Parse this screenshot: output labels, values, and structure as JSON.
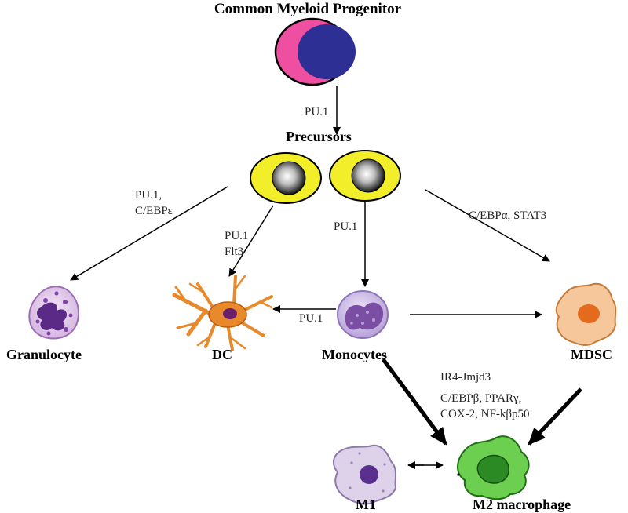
{
  "nodes": {
    "cmp": "Common Myeloid Progenitor",
    "precursors": "Precursors",
    "granulocyte": "Granulocyte",
    "dc": "DC",
    "monocytes": "Monocytes",
    "mdsc": "MDSC",
    "m1": "M1",
    "m2": "M2 macrophage"
  },
  "edges": {
    "cmp_to_precursors": "PU.1",
    "to_granulocyte_1": "PU.1,",
    "to_granulocyte_2": "C/EBPε",
    "to_dc_1": "PU.1",
    "to_dc_2": "Flt3",
    "to_monocytes": "PU.1",
    "to_mdsc": "C/EBPα, STAT3",
    "monocyte_to_dc": "PU.1",
    "m2_factor_1": "IR4-Jmjd3",
    "m2_factor_2": "C/EBPβ, PPARγ,",
    "m2_factor_3": "COX-2, NF-kβp50"
  },
  "colors": {
    "progenitor_outer": "#ee4fa0",
    "progenitor_nucleus": "#2d2f95",
    "precursor_outer": "#f2ef2a",
    "granulocyte": "#c9a6d8",
    "dc": "#e88a2c",
    "monocyte": "#b49ad6",
    "mdsc": "#f5c79b",
    "m1": "#ddd2ea",
    "m2": "#6ccf4f"
  }
}
